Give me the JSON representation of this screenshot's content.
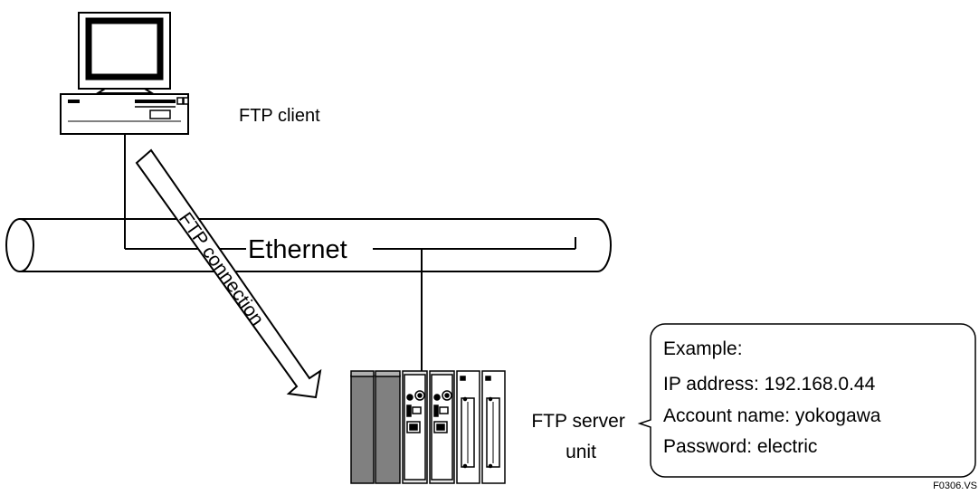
{
  "labels": {
    "client": "FTP client",
    "network": "Ethernet",
    "connection": "FTP connection",
    "server_line1": "FTP server",
    "server_line2": "unit",
    "figure_id": "F0306.VS"
  },
  "server_info": {
    "heading": "Example:",
    "ip_address": "IP address: 192.168.0.44",
    "account_name": "Account name: yokogawa",
    "password": "Password: electric"
  },
  "colors": {
    "stroke": "#000000",
    "background": "#ffffff",
    "module_dark": "#808080",
    "module_mid": "#b0b0b0",
    "module_light": "#e6e6e6"
  }
}
